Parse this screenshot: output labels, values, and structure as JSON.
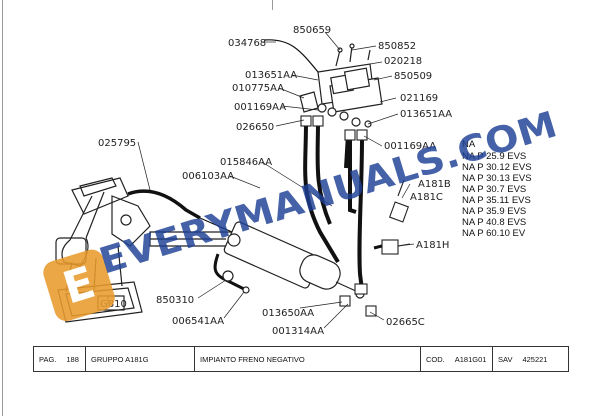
{
  "watermark": {
    "text": "EVERYMANUALS.COM",
    "badge_letter": "E"
  },
  "part_numbers": {
    "p850659": "850659",
    "p034768": "034768",
    "p850852": "850852",
    "p020218": "020218",
    "p013651aa_l": "013651AA",
    "p850509": "850509",
    "p010775aa": "010775AA",
    "p021169": "021169",
    "p001169aa_l": "001169AA",
    "p013651aa_r": "013651AA",
    "p026650": "026650",
    "p001169aa_r": "001169AA",
    "p025795": "025795",
    "p015846aa": "015846AA",
    "p006103aa": "006103AA",
    "pA181B": "A181B",
    "pA181C": "A181C",
    "pA181H": "A181H",
    "p850310": "850310",
    "p006541aa": "006541AA",
    "p013650aa": "013650AA",
    "p001314aa": "001314AA",
    "p02665c": "02665C",
    "pG810": "G810"
  },
  "models": [
    "NA",
    "NA P 25.9 EVS",
    "NA P 30.12 EVS",
    "NA P 30.13 EVS",
    "NA P 30.7 EVS",
    "NA P 35.11 EVS",
    "NA P 35.9 EVS",
    "NA P 40.8 EVS",
    "NA P 60.10 EV"
  ],
  "footer": {
    "pag_label": "PAG.",
    "pag_value": "188",
    "group": "GRUPPO A181G",
    "title": "IMPIANTO FRENO NEGATIVO",
    "cod_label": "COD.",
    "cod_value": "A181G01",
    "sav_label": "SAV",
    "sav_value": "425221"
  },
  "colors": {
    "watermark_blue": "#1d3f94",
    "badge_orange": "#e89a2c"
  }
}
